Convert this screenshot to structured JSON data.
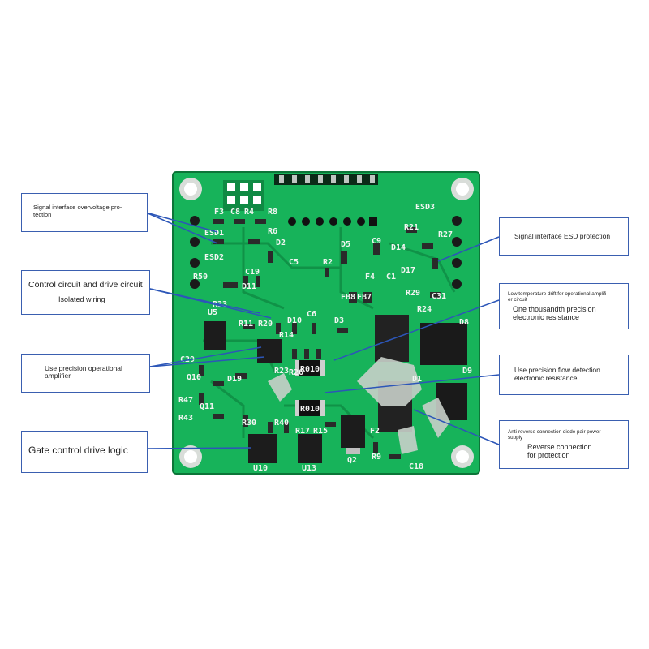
{
  "colors": {
    "pcb": "#17b35a",
    "pcb_dark": "#0f8a43",
    "silkscreen": "#f2f5f2",
    "callout_border": "#3a5fb0",
    "leader_line": "#2c56b8"
  },
  "callouts": {
    "overvoltage": {
      "line1": "Signal interface overvoltage pro-",
      "line2": "tection"
    },
    "isolation": {
      "line1": "Control circuit and drive circuit",
      "line2": "Isolated wiring"
    },
    "opamp": {
      "line1": "Use precision operational",
      "line2": "amplifier"
    },
    "gate": {
      "text": "Gate control drive logic"
    },
    "esd": {
      "text": "Signal interface ESD protection"
    },
    "drift": {
      "line1": "Low temperature drift for operational amplifi-",
      "line2": "er circuit",
      "line3": "One thousandth precision",
      "line4": "electronic resistance"
    },
    "flow": {
      "line1": "Use precision flow detection",
      "line2": "electronic resistance"
    },
    "reverse": {
      "line1": "Anti-reverse connection diode pair power",
      "line2": "supply",
      "line3": "Reverse connection",
      "line4": "for protection"
    }
  },
  "board_labels": {
    "f3": "F3",
    "c8": "C8",
    "r4": "R4",
    "r8": "R8",
    "r6": "R6",
    "d2": "D2",
    "esd3": "ESD3",
    "r21": "R21",
    "r27": "R27",
    "d14": "D14",
    "d17": "D17",
    "d5": "D5",
    "c9": "C9",
    "c5": "C5",
    "r2": "R2",
    "f4": "F4",
    "c1": "C1",
    "fb8": "FB8",
    "fb7": "FB7",
    "r29": "R29",
    "c31": "C31",
    "r24": "R24",
    "r50": "R50",
    "d11": "D11",
    "u5": "U5",
    "r11": "R11",
    "r20": "R20",
    "r14": "R14",
    "d10": "D10",
    "c6": "C6",
    "d3": "D3",
    "d8": "D8",
    "c29": "C29",
    "q10": "Q10",
    "d19": "D19",
    "r23": "R23",
    "r26": "R26",
    "d1": "D1",
    "d9": "D9",
    "r47": "R47",
    "r43": "R43",
    "q11": "Q11",
    "r30": "R30",
    "r40": "R40",
    "r17": "R17",
    "r15": "R15",
    "f2": "F2",
    "u10": "U10",
    "u13": "U13",
    "q2": "Q2",
    "c18": "C18",
    "r9": "R9",
    "esd1": "ESD1",
    "esd2": "ESD2",
    "c19": "C19",
    "r33": "R33",
    "r010a": "R010",
    "r010b": "R010"
  }
}
